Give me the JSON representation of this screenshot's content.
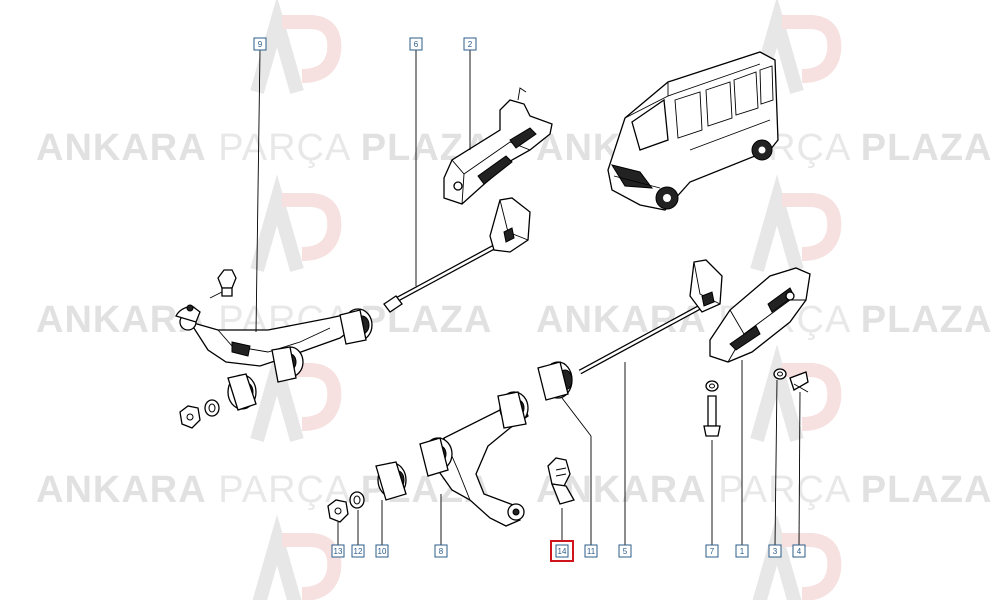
{
  "watermark": {
    "word1": "ANKARA",
    "word2": "PARÇA",
    "word3": "PLAZA",
    "logo_letters": "AP"
  },
  "callouts": {
    "c9": "9",
    "c6": "6",
    "c2": "2",
    "c13": "13",
    "c12": "12",
    "c10": "10",
    "c8": "8",
    "c14": "14",
    "c11": "11",
    "c5": "5",
    "c7": "7",
    "c1": "1",
    "c3": "3",
    "c4": "4"
  },
  "highlight_color": "#d0141c",
  "callout_color": "#2b5d8a"
}
